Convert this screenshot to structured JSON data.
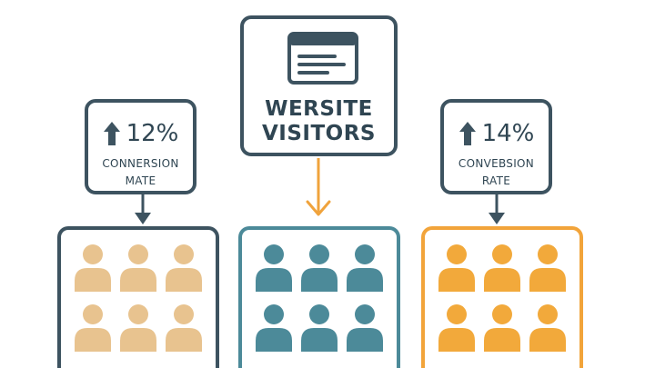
{
  "visitors": {
    "title_line1": "WERSITE",
    "title_line2": "VISITORS",
    "icon": "browser-window-icon"
  },
  "stats": {
    "left": {
      "value": "12%",
      "label_line1": "CONNERSION",
      "label_line2": "MATE",
      "icon": "up-arrow-icon"
    },
    "right": {
      "value": "14%",
      "label_line1": "CONVEBSION",
      "label_line2": "RATE",
      "icon": "up-arrow-icon"
    }
  },
  "groups": {
    "left": {
      "color": "#e8c38f",
      "people": 6
    },
    "center": {
      "color": "#4c8a99",
      "people": 6
    },
    "right": {
      "color": "#f2a93b",
      "people": 6
    }
  },
  "colors": {
    "dark": "#3d5360",
    "teal": "#4c8a99",
    "orange": "#f2a43a",
    "arrow_orange": "#f0a33c"
  }
}
